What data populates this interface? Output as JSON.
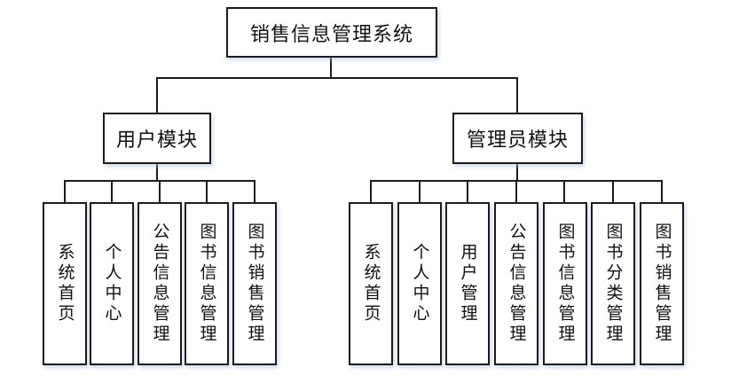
{
  "diagram": {
    "title": "销售信息管理系统",
    "root": {
      "label": "销售信息管理系统"
    },
    "user_module": {
      "label": "用户模块",
      "children": [
        "系统首页",
        "个人中心",
        "公告信息管理",
        "图书信息管理",
        "图书销售管理"
      ]
    },
    "admin_module": {
      "label": "管理员模块",
      "children": [
        "系统首页",
        "个人中心",
        "用户管理",
        "公告信息管理",
        "图书信息管理",
        "图书分类管理",
        "图书销售管理"
      ]
    },
    "colors": {
      "line": "#1c1c1c",
      "box_background": "#ffffff",
      "box_border": "#1c1c1c",
      "shadow": "#aabedd",
      "text": "#111111",
      "page_background": "#ffffff"
    }
  }
}
